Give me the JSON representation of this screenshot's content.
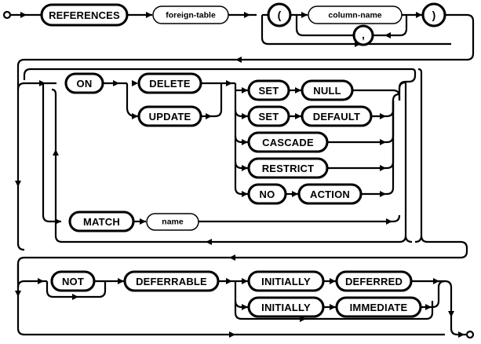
{
  "diagram": {
    "title": "REFERENCES clause railroad syntax diagram",
    "type": "railroad-syntax-diagram",
    "colors": {
      "background": "#ffffff",
      "line": "#000000",
      "text": "#000000",
      "box_fill": "#ffffff"
    },
    "start_marker": "circle",
    "end_marker": "circle",
    "rows": {
      "row1_label": "REFERENCES foreign-table ( column-name , )",
      "row2_label": "ON DELETE / UPDATE actions",
      "row3_label": "MATCH name",
      "row4_label": "NOT DEFERRABLE INITIALLY DEFERRED / IMMEDIATE"
    }
  },
  "nodes": {
    "references": {
      "text": "REFERENCES",
      "kind": "terminal"
    },
    "foreign_table": {
      "text": "foreign-table",
      "kind": "nonterminal"
    },
    "lparen": {
      "text": "(",
      "kind": "terminal-punct"
    },
    "column_name": {
      "text": "column-name",
      "kind": "nonterminal"
    },
    "comma": {
      "text": ",",
      "kind": "terminal-punct"
    },
    "rparen": {
      "text": ")",
      "kind": "terminal-punct"
    },
    "on": {
      "text": "ON",
      "kind": "terminal"
    },
    "delete": {
      "text": "DELETE",
      "kind": "terminal"
    },
    "update": {
      "text": "UPDATE",
      "kind": "terminal"
    },
    "set_null_set": {
      "text": "SET",
      "kind": "terminal"
    },
    "null": {
      "text": "NULL",
      "kind": "terminal"
    },
    "set_default_set": {
      "text": "SET",
      "kind": "terminal"
    },
    "default": {
      "text": "DEFAULT",
      "kind": "terminal"
    },
    "cascade": {
      "text": "CASCADE",
      "kind": "terminal"
    },
    "restrict": {
      "text": "RESTRICT",
      "kind": "terminal"
    },
    "no": {
      "text": "NO",
      "kind": "terminal"
    },
    "action": {
      "text": "ACTION",
      "kind": "terminal"
    },
    "match": {
      "text": "MATCH",
      "kind": "terminal"
    },
    "name": {
      "text": "name",
      "kind": "nonterminal"
    },
    "not": {
      "text": "NOT",
      "kind": "terminal"
    },
    "deferrable": {
      "text": "DEFERRABLE",
      "kind": "terminal"
    },
    "initially_deferred": {
      "text": "INITIALLY",
      "kind": "terminal"
    },
    "deferred": {
      "text": "DEFERRED",
      "kind": "terminal"
    },
    "initially_immediate": {
      "text": "INITIALLY",
      "kind": "terminal"
    },
    "immediate": {
      "text": "IMMEDIATE",
      "kind": "terminal"
    }
  }
}
